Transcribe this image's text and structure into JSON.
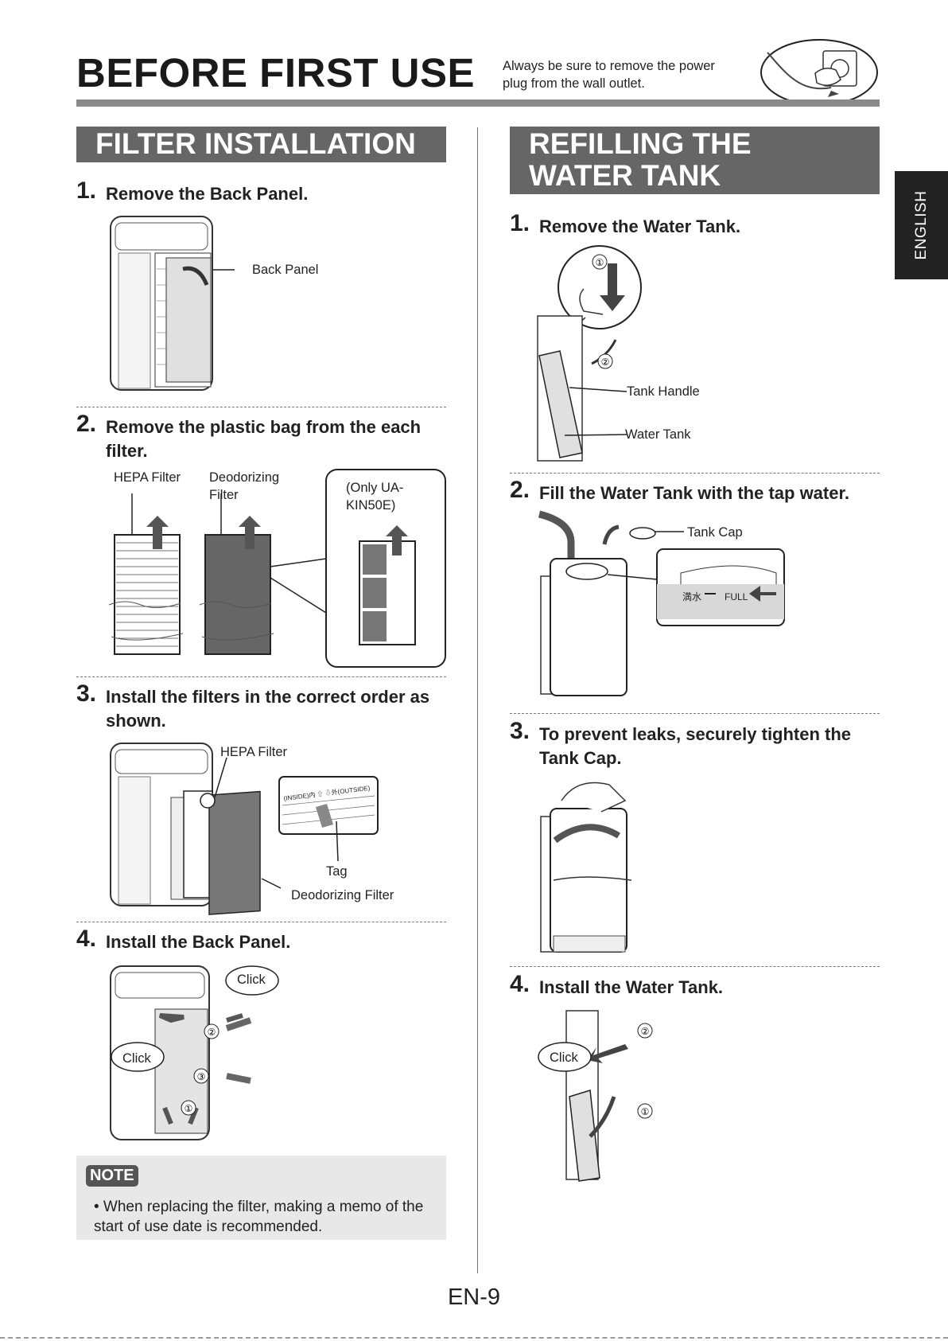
{
  "header": {
    "title": "BEFORE FIRST USE",
    "warning": "Always be sure to remove the power plug from the wall outlet."
  },
  "language_tab": "ENGLISH",
  "left": {
    "heading": "FILTER INSTALLATION",
    "steps": [
      {
        "num": "1.",
        "text": "Remove the Back Panel.",
        "labels": [
          "Back Panel"
        ]
      },
      {
        "num": "2.",
        "text": "Remove the plastic bag from the each filter.",
        "labels": [
          "HEPA Filter",
          "Deodorizing Filter",
          "(Only UA-KIN50E)"
        ]
      },
      {
        "num": "3.",
        "text": "Install the filters in the correct order as shown.",
        "labels": [
          "HEPA Filter",
          "Tag",
          "Deodorizing Filter"
        ]
      },
      {
        "num": "4.",
        "text": "Install the Back Panel.",
        "labels": [
          "Click",
          "Click"
        ]
      }
    ],
    "note": {
      "badge": "NOTE",
      "text": "• When replacing the filter, making a memo of the start of use date is recommended."
    }
  },
  "right": {
    "heading": "REFILLING THE WATER TANK",
    "steps": [
      {
        "num": "1.",
        "text": "Remove the Water Tank.",
        "labels": [
          "Tank Handle",
          "Water Tank"
        ]
      },
      {
        "num": "2.",
        "text": "Fill the Water Tank with the tap water.",
        "labels": [
          "Tank Cap",
          "満水",
          "FULL"
        ]
      },
      {
        "num": "3.",
        "text": "To prevent leaks, securely tighten the Tank Cap.",
        "labels": []
      },
      {
        "num": "4.",
        "text": "Install the Water Tank.",
        "labels": [
          "Click"
        ]
      }
    ]
  },
  "diagram_marks": {
    "one": "①",
    "two": "②",
    "three": "③",
    "tag_print": "(INSIDE)内 ⇧ ⇩外(OUTSIDE)"
  },
  "page_number": "EN-9"
}
